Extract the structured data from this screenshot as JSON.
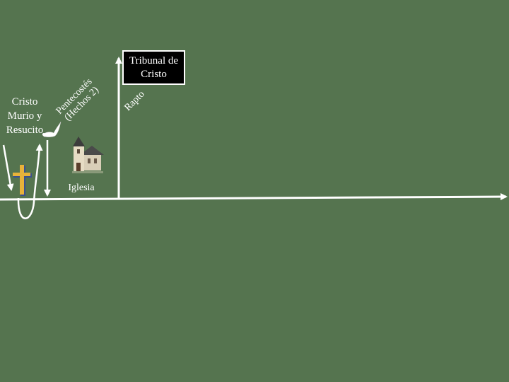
{
  "labels": {
    "cristo": "Cristo Murio y Resucito",
    "pentecost_line1": "Pentecostés",
    "pentecost_line2": "(Hechos 2)",
    "iglesia": "Iglesia",
    "rapto": "Rapto",
    "tribunal": "Tribunal de Cristo"
  },
  "icons": {
    "cross": "cross-icon",
    "dove": "dove-icon",
    "church": "church-icon"
  },
  "colors": {
    "background": "#55744f",
    "lines": "#ffffff",
    "cross": "#e8b23a",
    "tribunal_box": "#000000"
  }
}
